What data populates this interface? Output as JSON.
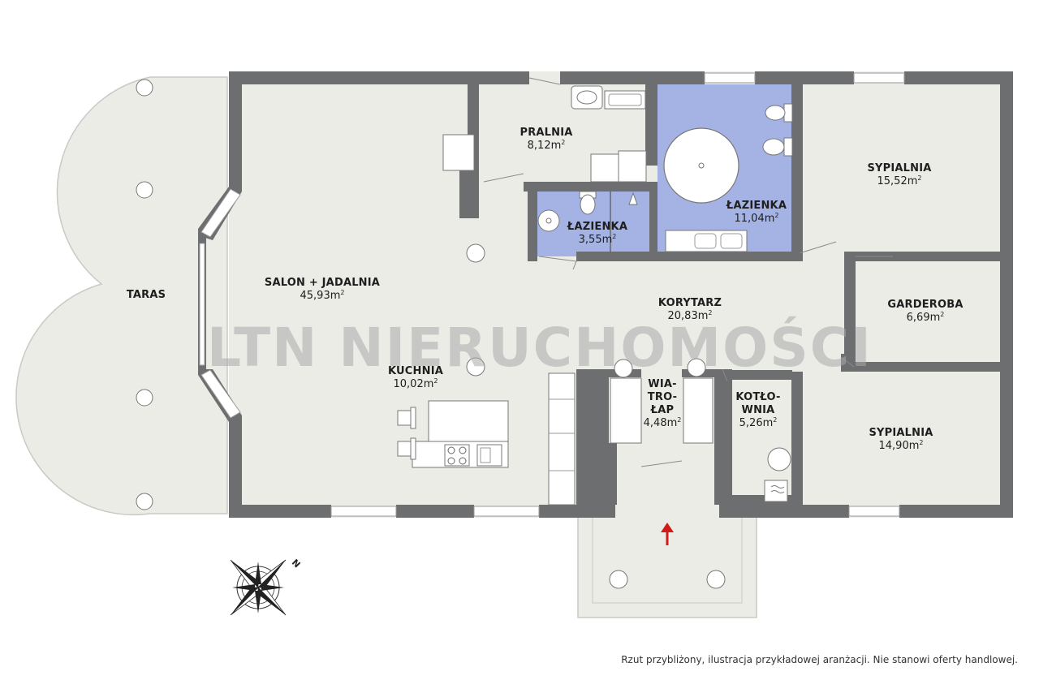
{
  "rooms": {
    "taras": {
      "name": "TARAS",
      "area": ""
    },
    "salon": {
      "name": "SALON + JADALNIA",
      "area": "45,93m",
      "unit_sup": "2"
    },
    "kuchnia": {
      "name": "KUCHNIA",
      "area": "10,02m",
      "unit_sup": "2"
    },
    "pralnia": {
      "name": "PRALNIA",
      "area": "8,12m",
      "unit_sup": "2"
    },
    "lazienka_small": {
      "name": "ŁAZIENKA",
      "area": "3,55m",
      "unit_sup": "2"
    },
    "lazienka_big": {
      "name": "ŁAZIENKA",
      "area": "11,04m",
      "unit_sup": "2"
    },
    "sypialnia_top": {
      "name": "SYPIALNIA",
      "area": "15,52m",
      "unit_sup": "2"
    },
    "korytarz": {
      "name": "KORYTARZ",
      "area": "20,83m",
      "unit_sup": "2"
    },
    "garderoba": {
      "name": "GARDEROBA",
      "area": "6,69m",
      "unit_sup": "2"
    },
    "wiatrolap": {
      "name": "WIA-\nTRO-\nŁAP",
      "area": "4,48m",
      "unit_sup": "2"
    },
    "kotlownia": {
      "name": "KOTŁO-\nWNIA",
      "area": "5,26m",
      "unit_sup": "2"
    },
    "sypialnia_bottom": {
      "name": "SYPIALNIA",
      "area": "14,90m",
      "unit_sup": "2"
    }
  },
  "watermark": "LTN NIERUCHOMOŚCI",
  "compass": {
    "north_label": "N",
    "icon": "compass-rose-icon"
  },
  "entrance_icon": "entrance-arrow-icon",
  "disclaimer": "Rzut przybliżony, ilustracja przykładowej aranżacji. Nie stanowi oferty handlowej.",
  "colors": {
    "floor": "#ebece6",
    "wall": "#6d6e70",
    "bathroom": "#a4b3e4",
    "fixture": "#ffffff",
    "entrance_arrow": "#d11a1a",
    "watermark": "#aaaaaa"
  }
}
